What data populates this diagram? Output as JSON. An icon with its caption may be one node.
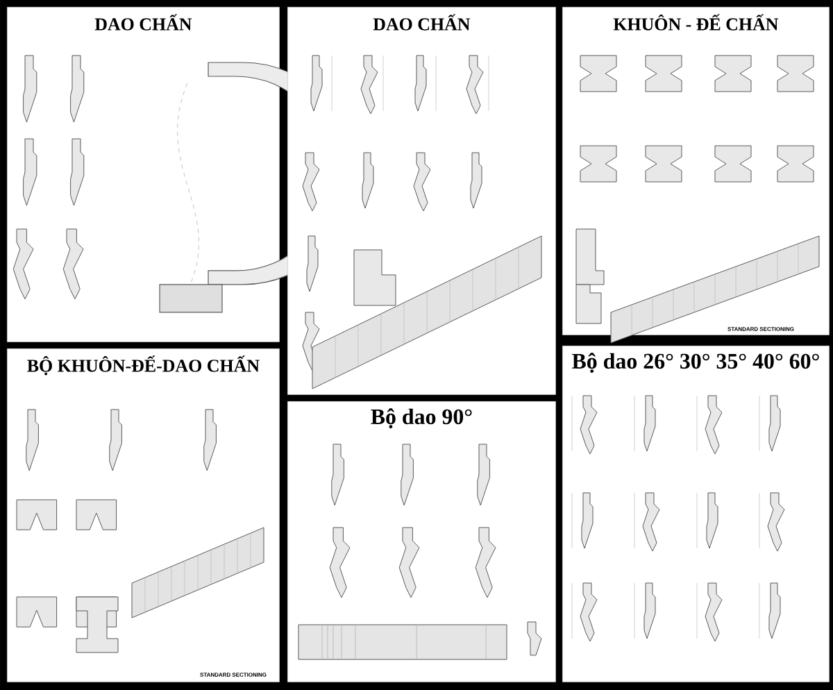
{
  "diagram": {
    "nodes": [
      {
        "text": [
          "DAO CHẤN"
        ]
      },
      {
        "text": [
          "DAO CHẤN"
        ]
      },
      {
        "text": [
          "KHUÔN - ĐẾ CHẤN"
        ]
      },
      {
        "text": [
          "BỘ KHUÔN-ĐẾ-DAO CHẤN"
        ]
      },
      {
        "text": [
          "Bộ dao 90°"
        ]
      },
      {
        "text": [
          "Bộ dao 26° 30° 35° 40° 60°"
        ]
      }
    ],
    "labels": [
      "STANDARD SECTIONING",
      "STANDARD SECTIONING"
    ]
  }
}
